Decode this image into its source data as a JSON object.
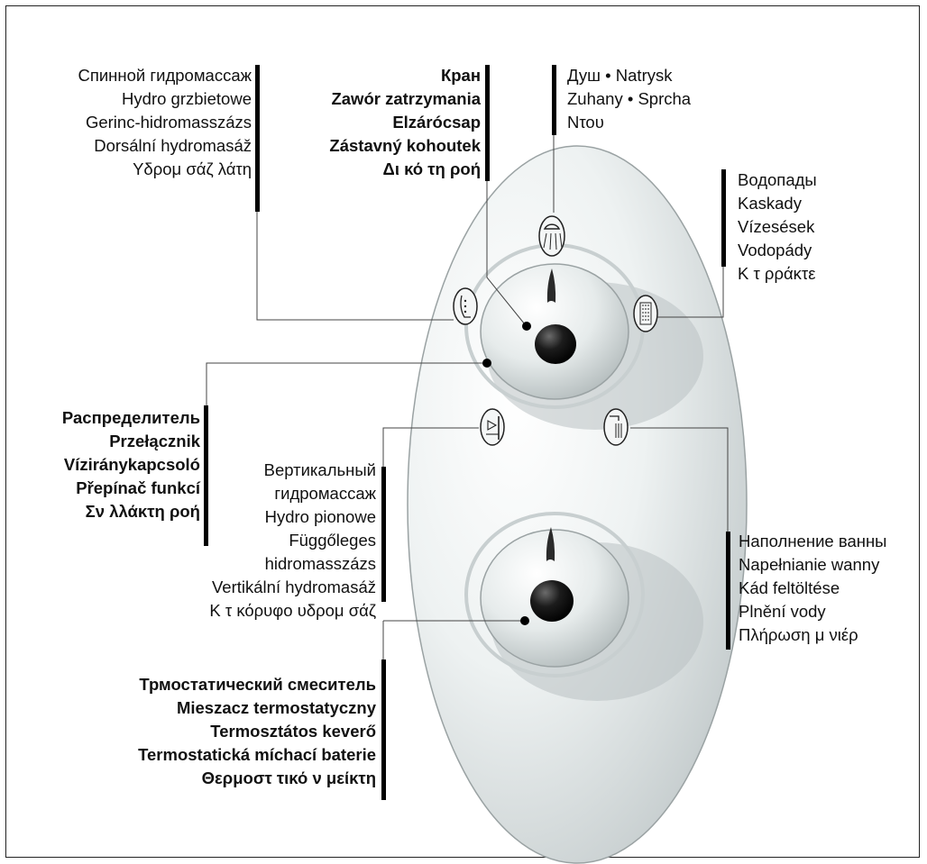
{
  "labels": {
    "back_massage": [
      "Спинной гидромассаж",
      "Hydro grzbietowe",
      "Gerinc-hidromasszázs",
      "Dorsální hydromasáž",
      "Υδρομ σάζ λάτη"
    ],
    "stop_valve": [
      "Кран",
      "Zawór zatrzymania",
      "Elzárócsap",
      "Zástavný kohoutek",
      "Δι κό τη ροή"
    ],
    "shower": [
      "Душ • Natrysk",
      "Zuhany • Sprcha",
      "Ντου"
    ],
    "waterfalls": [
      "Водопады",
      "Kaskady",
      "Vízesések",
      "Vodopády",
      "Κ τ ρράκτε"
    ],
    "diverter": [
      "Распределитель",
      "Przełącznik",
      "Vízirány­kapcsoló",
      "Přepínač funkcí",
      "Σν λλάκτη ροή"
    ],
    "vertical_massage": [
      "Вертикальный",
      "гидромассаж",
      "Hydro pionowe",
      "Függőleges",
      "hidromasszázs",
      "Vertikální hydromasáž",
      "Κ τ κόρυφο υδρομ σάζ"
    ],
    "bath_fill": [
      "Наполнение ванны",
      "Napełnianie wanny",
      "Kád feltöltése",
      "Plnění vody",
      "Πλήρωση μ νιέρ"
    ],
    "thermostatic_mixer": [
      "Трмостатический смеситель",
      "Mieszacz termostatyczny",
      "Termosztátos keverő",
      "Termostatická míchací baterie",
      "Θερμοστ τικό ν μείκτη"
    ]
  },
  "icons": [
    "back-massage-icon",
    "shower-head-icon",
    "waterfall-icon",
    "vertical-massage-icon",
    "bath-fill-icon"
  ]
}
